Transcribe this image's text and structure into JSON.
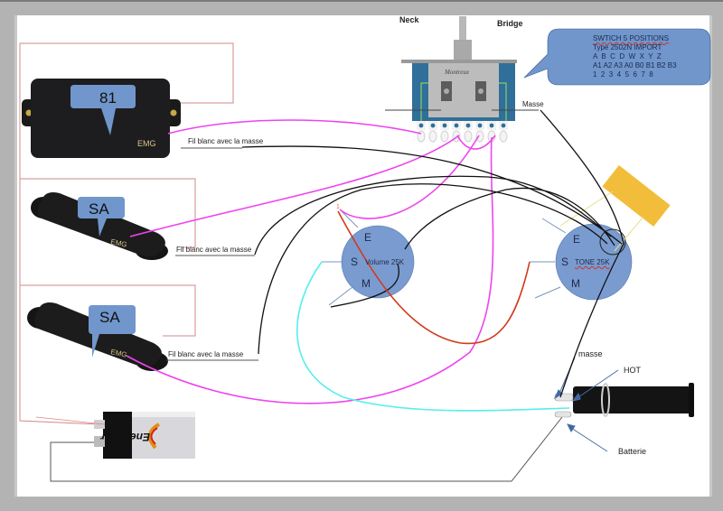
{
  "diagram": {
    "title": "Schéma de câblage guitare EMG actif",
    "colors": {
      "background": "#b3b3b3",
      "page": "#ffffff",
      "bubble": "#7096cc",
      "pot": "#7a9bcf",
      "wire_pink": "#ee44ee",
      "wire_black": "#111111",
      "wire_cyan": "#55eeee",
      "wire_red": "#d23a1a",
      "capacitor": "#f2bd3a",
      "frame_red": "#d08a8a"
    },
    "switch": {
      "neck_label": "Neck",
      "bridge_label": "Bridge",
      "brand": "Montreux",
      "masse_label": "Masse",
      "lug_count": 8
    },
    "switch_note": {
      "lines": [
        "SWTICH 5 POSITIONS",
        "Type 2502N IMPORT",
        "A  B  C  D  W  X  Y  Z",
        "A1 A2 A3 A0 B0 B1 B2 B3",
        "1  2  3  4  5  6  7  8"
      ]
    },
    "pickups": [
      {
        "type": "humbucker",
        "model_label": "81",
        "brand": "EMG",
        "wire_label": "Fil blanc avec la masse"
      },
      {
        "type": "single-coil",
        "model_label": "SA",
        "brand": "EMG",
        "wire_label": "Fil blanc avec la masse"
      },
      {
        "type": "single-coil",
        "model_label": "SA",
        "brand": "EMG",
        "wire_label": "Fil blanc avec la masse"
      }
    ],
    "volume_pot": {
      "label": "Volume 25K",
      "lugs": [
        "E",
        "S",
        "M"
      ],
      "marker": "1"
    },
    "tone_pot": {
      "label": "TONE 25K",
      "lugs": [
        "E",
        "S",
        "M"
      ]
    },
    "jack": {
      "labels": {
        "ground": "masse",
        "hot": "HOT",
        "battery": "Batterie"
      }
    },
    "battery": {
      "brand": "Energizer",
      "type": "9V"
    }
  }
}
